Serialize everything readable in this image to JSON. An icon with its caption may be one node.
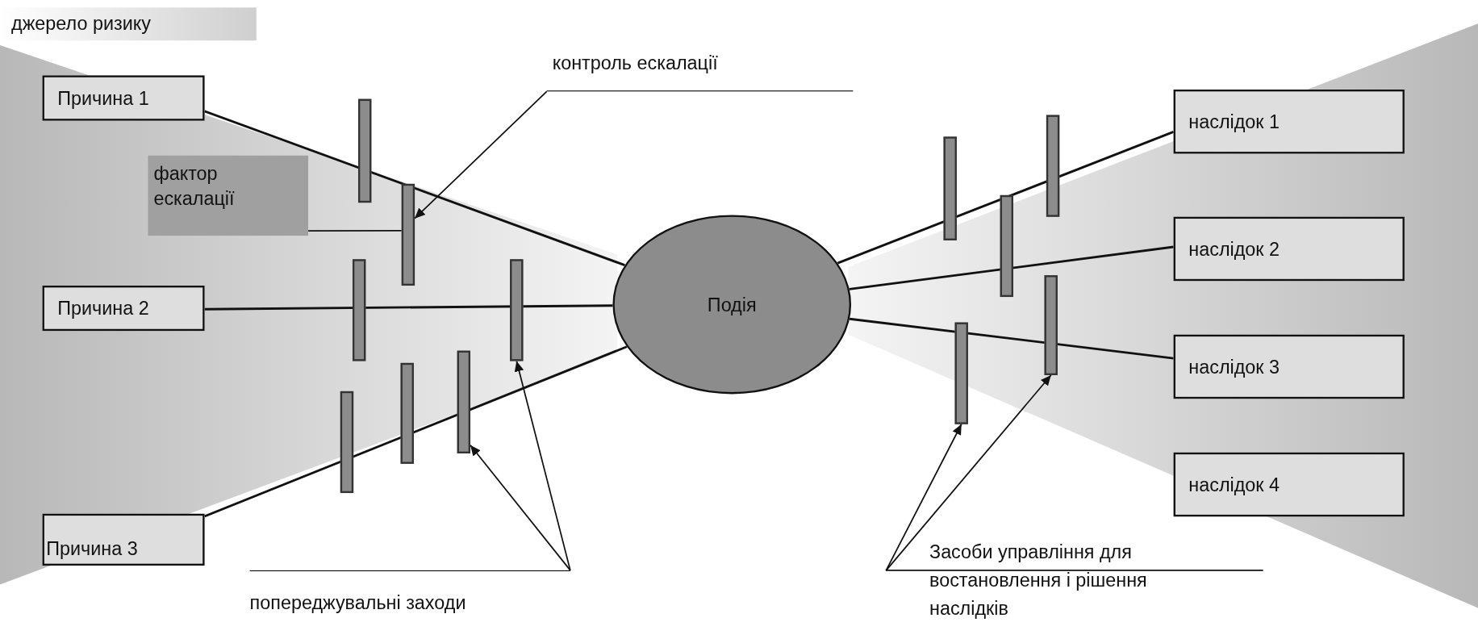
{
  "diagram": {
    "nodes": [
      {
        "text": [
          "джерело ризику"
        ]
      },
      {
        "text": [
          "Причина 1"
        ]
      },
      {
        "text": [
          "Причина 2"
        ]
      },
      {
        "text": [
          "Причина 3"
        ]
      },
      {
        "text": [
          "Подія"
        ]
      },
      {
        "text": [
          "наслідок 1"
        ]
      },
      {
        "text": [
          "наслідок 2"
        ]
      },
      {
        "text": [
          "наслідок 3"
        ]
      },
      {
        "text": [
          "наслідок 4"
        ]
      },
      {
        "text": [
          "фактор ескалації"
        ]
      },
      {
        "text": [
          "контроль ескалації"
        ]
      },
      {
        "text": [
          "попереджувальні заходи"
        ]
      },
      {
        "text": [
          "Засоби управління для востановлення і рішення наслідків"
        ]
      },
      {
        "text": [],
        "shape": "bar"
      },
      {
        "text": [],
        "shape": "bar"
      },
      {
        "text": [],
        "shape": "bar"
      },
      {
        "text": [],
        "shape": "bar"
      },
      {
        "text": [],
        "shape": "bar"
      },
      {
        "text": [],
        "shape": "bar"
      },
      {
        "text": [],
        "shape": "bar"
      },
      {
        "text": [],
        "shape": "bar"
      },
      {
        "text": [],
        "shape": "bar"
      },
      {
        "text": [],
        "shape": "bar"
      },
      {
        "text": [],
        "shape": "bar"
      },
      {
        "text": [],
        "shape": "bar"
      }
    ],
    "edges": [
      {
        "from": 1,
        "to": 4,
        "arrow": "none"
      },
      {
        "from": 2,
        "to": 4,
        "arrow": "none"
      },
      {
        "from": 3,
        "to": 4,
        "arrow": "none"
      },
      {
        "from": 4,
        "to": 5,
        "arrow": "none"
      },
      {
        "from": 4,
        "to": 6,
        "arrow": "none"
      },
      {
        "from": 4,
        "to": 7,
        "arrow": "none"
      },
      {
        "from": 10,
        "to": 17,
        "arrow": "to"
      },
      {
        "from": 9,
        "to": 17,
        "arrow": "none"
      },
      {
        "from": 11,
        "to": 19,
        "arrow": "to"
      },
      {
        "from": 11,
        "to": 18,
        "arrow": "to"
      },
      {
        "from": 12,
        "to": 21,
        "arrow": "to"
      },
      {
        "from": 12,
        "to": 23,
        "arrow": "to"
      }
    ]
  }
}
